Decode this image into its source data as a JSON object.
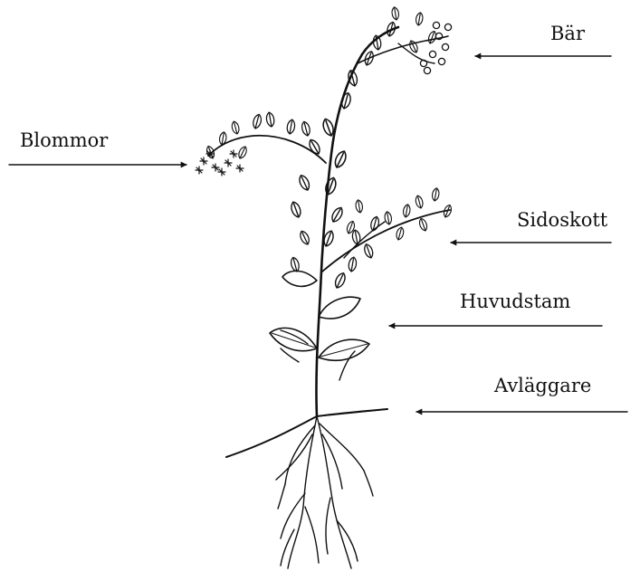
{
  "labels": {
    "berries": "Bär",
    "flowers": "Blommor",
    "side_shoots": "Sidoskott",
    "main_stem": "Huvudstam",
    "runner": "Avläggare"
  },
  "colors": {
    "ink": "#111111",
    "background": "#ffffff"
  },
  "icons": {
    "arrow": "left-right-arrow",
    "plant": "plant-drawing"
  }
}
